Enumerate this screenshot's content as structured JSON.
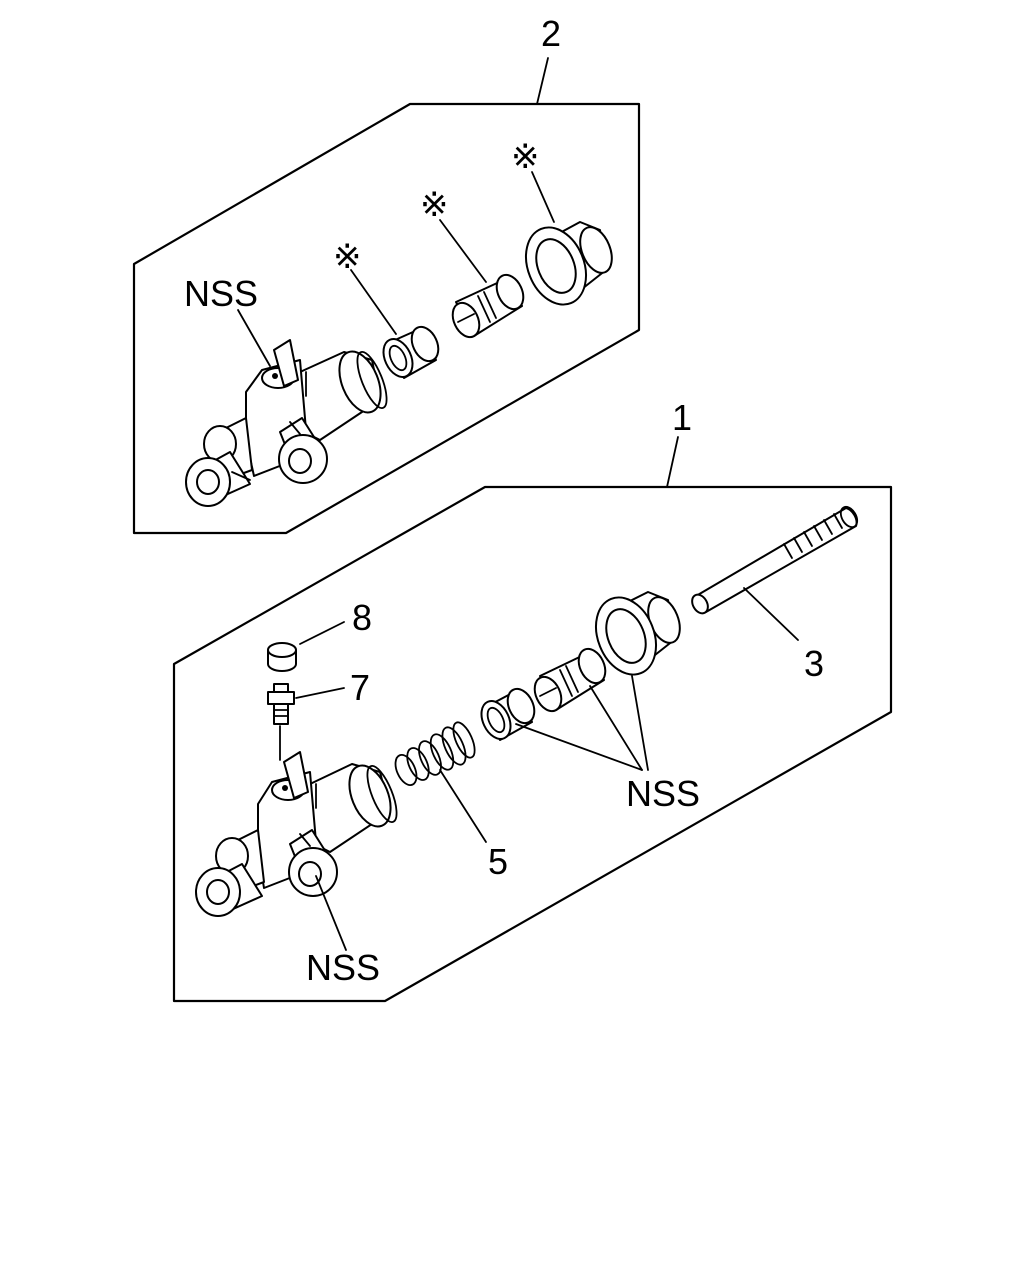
{
  "callouts": {
    "assembly_2": "2",
    "assembly_1": "1",
    "item_3": "3",
    "item_5": "5",
    "item_7": "7",
    "item_8": "8",
    "nss": "NSS",
    "star": "※"
  }
}
